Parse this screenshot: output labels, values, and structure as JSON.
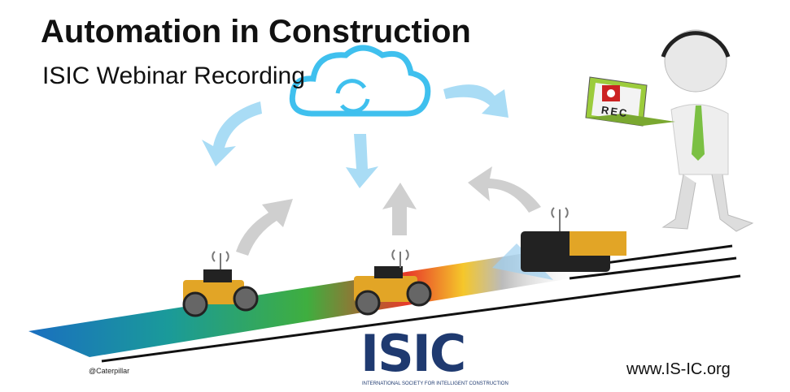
{
  "slide": {
    "title": "Automation in Construction",
    "subtitle": "ISIC Webinar Recording",
    "photo_credit": "@Caterpillar",
    "website": "www.IS-IC.org",
    "logo": {
      "text": "ISIC",
      "tagline": "INTERNATIONAL SOCIETY FOR INTELLIGENT CONSTRUCTION"
    },
    "laptop_label": "REC"
  },
  "colors": {
    "cloud": "#3fc0ee",
    "arrow_blue": "#a9dcf5",
    "arrow_gray": "#c8c8c8",
    "logo": "#1f3a70",
    "roller": "#e2a526"
  }
}
